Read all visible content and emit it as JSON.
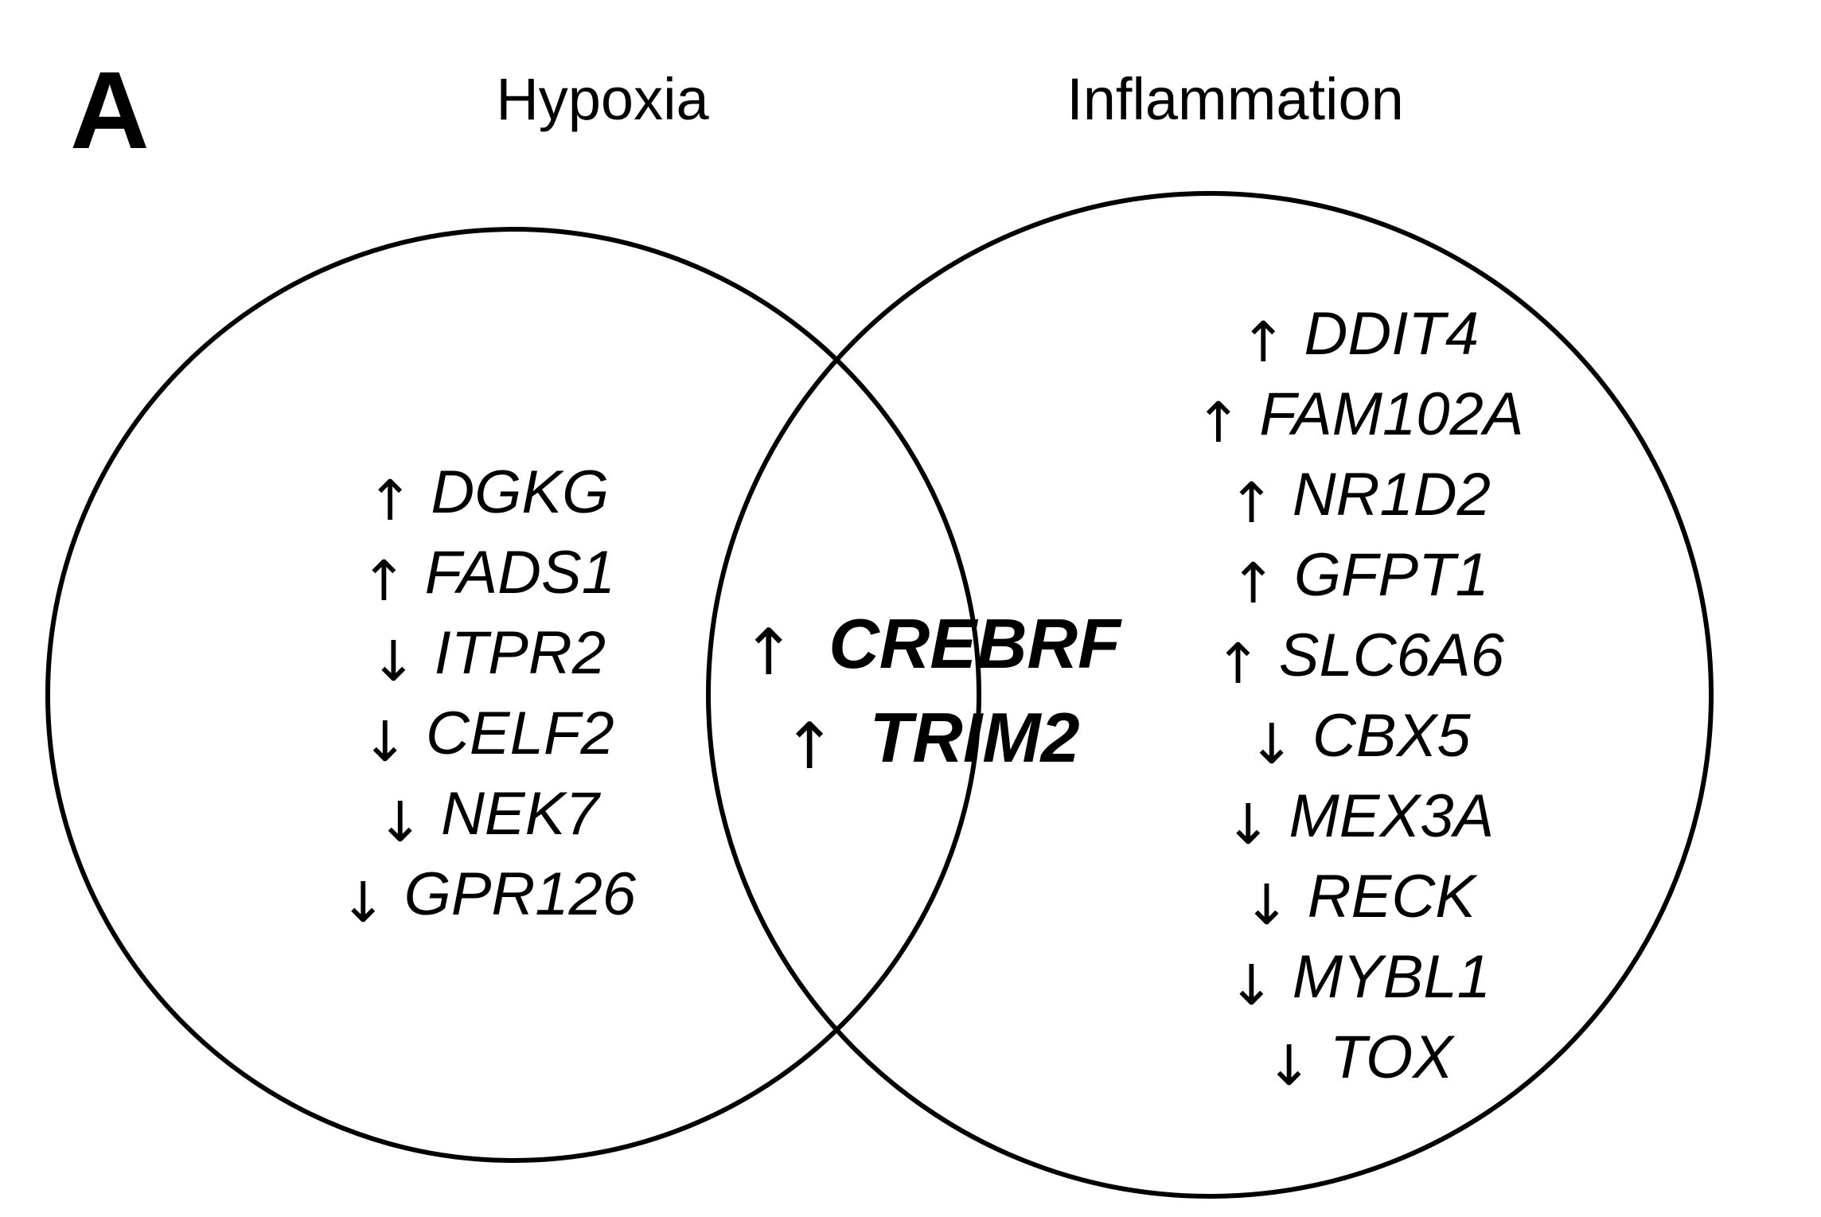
{
  "panel_letter": "A",
  "sets": {
    "left": {
      "title": "Hypoxia",
      "genes": [
        {
          "direction": "↑",
          "name": "DGKG"
        },
        {
          "direction": "↑",
          "name": "FADS1"
        },
        {
          "direction": "↓",
          "name": "ITPR2"
        },
        {
          "direction": "↓",
          "name": "CELF2"
        },
        {
          "direction": "↓",
          "name": "NEK7"
        },
        {
          "direction": "↓",
          "name": "GPR126"
        }
      ]
    },
    "right": {
      "title": "Inflammation",
      "genes": [
        {
          "direction": "↑",
          "name": "DDIT4"
        },
        {
          "direction": "↑",
          "name": "FAM102A"
        },
        {
          "direction": "↑",
          "name": "NR1D2"
        },
        {
          "direction": "↑",
          "name": "GFPT1"
        },
        {
          "direction": "↑",
          "name": "SLC6A6"
        },
        {
          "direction": "↓",
          "name": "CBX5"
        },
        {
          "direction": "↓",
          "name": "MEX3A"
        },
        {
          "direction": "↓",
          "name": "RECK"
        },
        {
          "direction": "↓",
          "name": "MYBL1"
        },
        {
          "direction": "↓",
          "name": "TOX"
        }
      ]
    },
    "shared": {
      "genes": [
        {
          "direction": "↑",
          "name": "CREBRF"
        },
        {
          "direction": "↑",
          "name": "TRIM2"
        }
      ]
    }
  },
  "colors": {
    "stroke": "#000000",
    "background": "#ffffff",
    "text": "#000000"
  }
}
